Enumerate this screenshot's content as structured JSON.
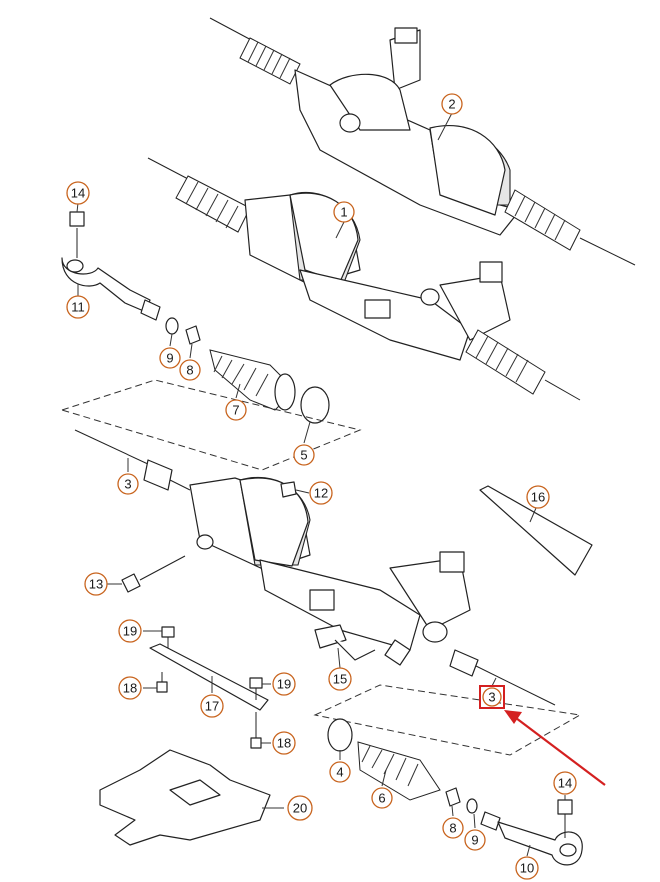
{
  "diagram": {
    "callouts": [
      {
        "id": "c1",
        "label": "1"
      },
      {
        "id": "c2",
        "label": "2"
      },
      {
        "id": "c3a",
        "label": "3"
      },
      {
        "id": "c3b",
        "label": "3",
        "highlighted": true
      },
      {
        "id": "c4",
        "label": "4"
      },
      {
        "id": "c5",
        "label": "5"
      },
      {
        "id": "c6",
        "label": "6"
      },
      {
        "id": "c7",
        "label": "7"
      },
      {
        "id": "c8a",
        "label": "8"
      },
      {
        "id": "c8b",
        "label": "8"
      },
      {
        "id": "c9a",
        "label": "9"
      },
      {
        "id": "c9b",
        "label": "9"
      },
      {
        "id": "c10",
        "label": "10"
      },
      {
        "id": "c11",
        "label": "11"
      },
      {
        "id": "c12",
        "label": "12"
      },
      {
        "id": "c13",
        "label": "13"
      },
      {
        "id": "c14a",
        "label": "14"
      },
      {
        "id": "c14b",
        "label": "14"
      },
      {
        "id": "c15",
        "label": "15"
      },
      {
        "id": "c16",
        "label": "16"
      },
      {
        "id": "c17",
        "label": "17"
      },
      {
        "id": "c18a",
        "label": "18"
      },
      {
        "id": "c18b",
        "label": "18"
      },
      {
        "id": "c19a",
        "label": "19"
      },
      {
        "id": "c19b",
        "label": "19"
      },
      {
        "id": "c20",
        "label": "20"
      }
    ],
    "colors": {
      "callout_ring": "#c8641e",
      "highlight": "#d42020",
      "line_art": "#222222"
    }
  }
}
